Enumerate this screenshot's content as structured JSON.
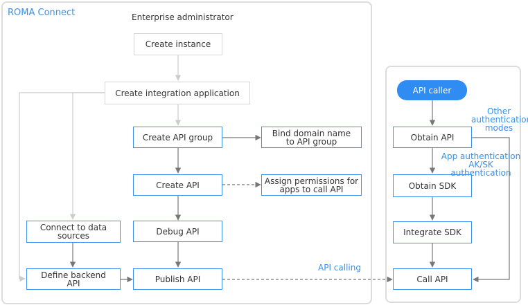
{
  "roma_panel": {
    "title": "ROMA Connect"
  },
  "enterprise_role": "Enterprise administrator",
  "nodes": {
    "create_instance": "Create instance",
    "create_integration_app": "Create integration application",
    "create_api_group": "Create API group",
    "bind_domain": [
      "Bind domain name",
      "to API group"
    ],
    "create_api": "Create API",
    "assign_permissions": [
      "Assign permissions for",
      "apps to call API"
    ],
    "connect_data_sources": [
      "Connect to data",
      "sources"
    ],
    "debug_api": "Debug API",
    "define_backend_api": [
      "Define backend",
      "API"
    ],
    "publish_api": "Publish API",
    "api_caller": "API caller",
    "obtain_api": "Obtain API",
    "obtain_sdk": "Obtain SDK",
    "integrate_sdk": "Integrate SDK",
    "call_api": "Call API"
  },
  "annotations": {
    "other_auth_modes": [
      "Other",
      "authentication",
      "modes"
    ],
    "app_auth": [
      "App authentication",
      "AK/SK authentication"
    ],
    "api_calling": "API calling"
  },
  "colors": {
    "accent": "#3a8fe8",
    "box_border_blue": "#3c92f0",
    "box_border_gray": "#d6d6d6",
    "arrow_dark": "#777777",
    "arrow_light": "#cccccc",
    "pill": "#2f8cf2"
  }
}
